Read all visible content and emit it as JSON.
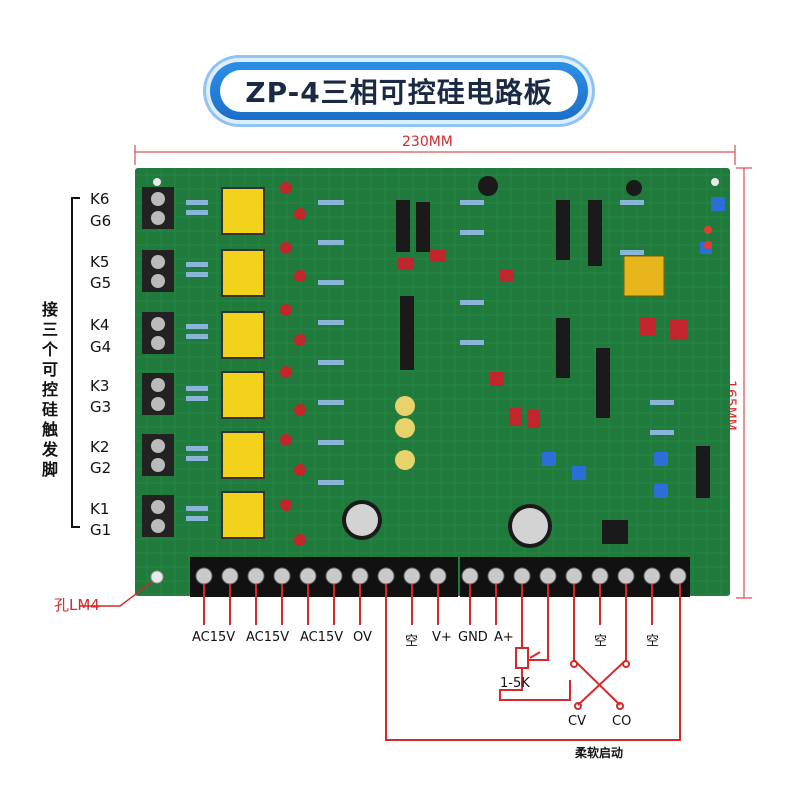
{
  "title": "ZP-4三相可控硅电路板",
  "dimensions": {
    "width": "230MM",
    "height": "165MM"
  },
  "side_caption": "接三个可控硅触发脚",
  "gate_labels": [
    "K6",
    "G6",
    "K5",
    "G5",
    "K4",
    "G4",
    "K3",
    "G3",
    "K2",
    "G2",
    "K1",
    "G1"
  ],
  "mount_hole_label": "孔LM4",
  "terminal_labels": [
    "AC15V",
    "AC15V",
    "AC15V",
    "OV",
    "空",
    "V+",
    "GND",
    "A+",
    "空",
    "空"
  ],
  "potentiometer_label": "1-5K",
  "switch_labels": [
    "CV",
    "CO"
  ],
  "soft_start_label": "柔软启动",
  "colors": {
    "pcb": "#1f7a3c",
    "wire": "#d42a2a",
    "title_blue": "#1c6fc9",
    "transformer": "#f2d21b"
  }
}
